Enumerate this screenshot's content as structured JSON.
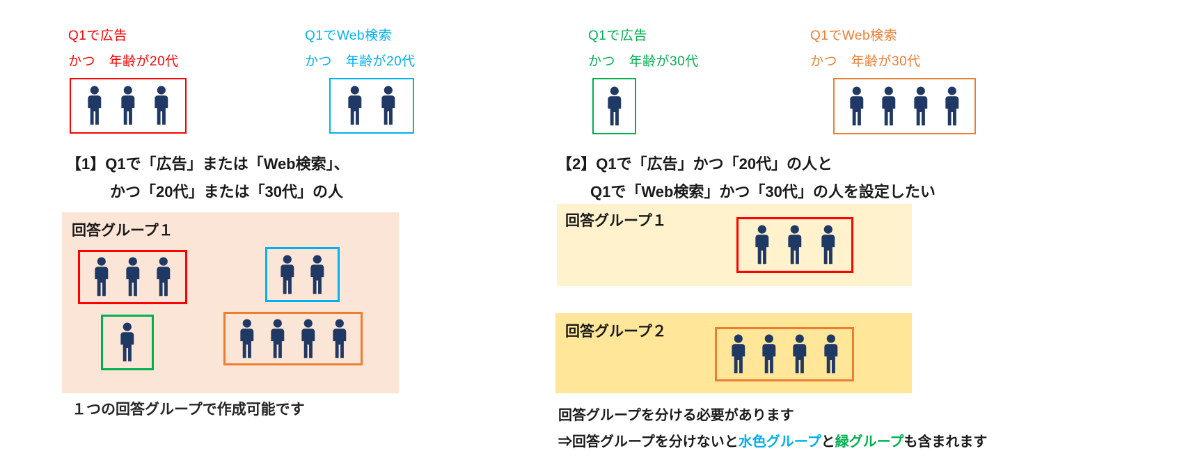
{
  "colors": {
    "red": "#FF0000",
    "cyan": "#00B0F0",
    "green": "#00B050",
    "orange": "#ED7D31",
    "navy": "#1F3864",
    "panel_peach": "#FBE5D6",
    "panel_cream": "#FFF2CC",
    "panel_yellow": "#FFE699"
  },
  "top_groups": [
    {
      "line1": "Q1で広告",
      "line2": "かつ　年齢が20代",
      "count": 3
    },
    {
      "line1": "Q1でWeb検索",
      "line2": "かつ　年齢が20代",
      "count": 2
    },
    {
      "line1": "Q1で広告",
      "line2": "かつ　年齢が30代",
      "count": 1
    },
    {
      "line1": "Q1でWeb検索",
      "line2": "かつ　年齢が30代",
      "count": 4
    }
  ],
  "case1": {
    "heading_line1": "【1】Q1で「広告」または「Web検索」、",
    "heading_line2": "かつ「20代」または「30代」の人",
    "panel_title": "回答グループ１",
    "boxes": {
      "red_count": 3,
      "cyan_count": 2,
      "green_count": 1,
      "orange_count": 4
    },
    "caption": "１つの回答グループで作成可能です"
  },
  "case2": {
    "heading_line1": "【2】Q1で「広告」かつ「20代」の人と",
    "heading_line2": "Q1で「Web検索」かつ「30代」の人を設定したい",
    "panel1_title": "回答グループ１",
    "panel1_count": 3,
    "panel2_title": "回答グループ２",
    "panel2_count": 4,
    "note_line1": "回答グループを分ける必要があります",
    "note_line2": {
      "prefix": "⇒回答グループを分けないと",
      "cyan_text": "水色グループ",
      "and": "と",
      "green_text": "緑グループ",
      "suffix": "も含まれます"
    }
  }
}
